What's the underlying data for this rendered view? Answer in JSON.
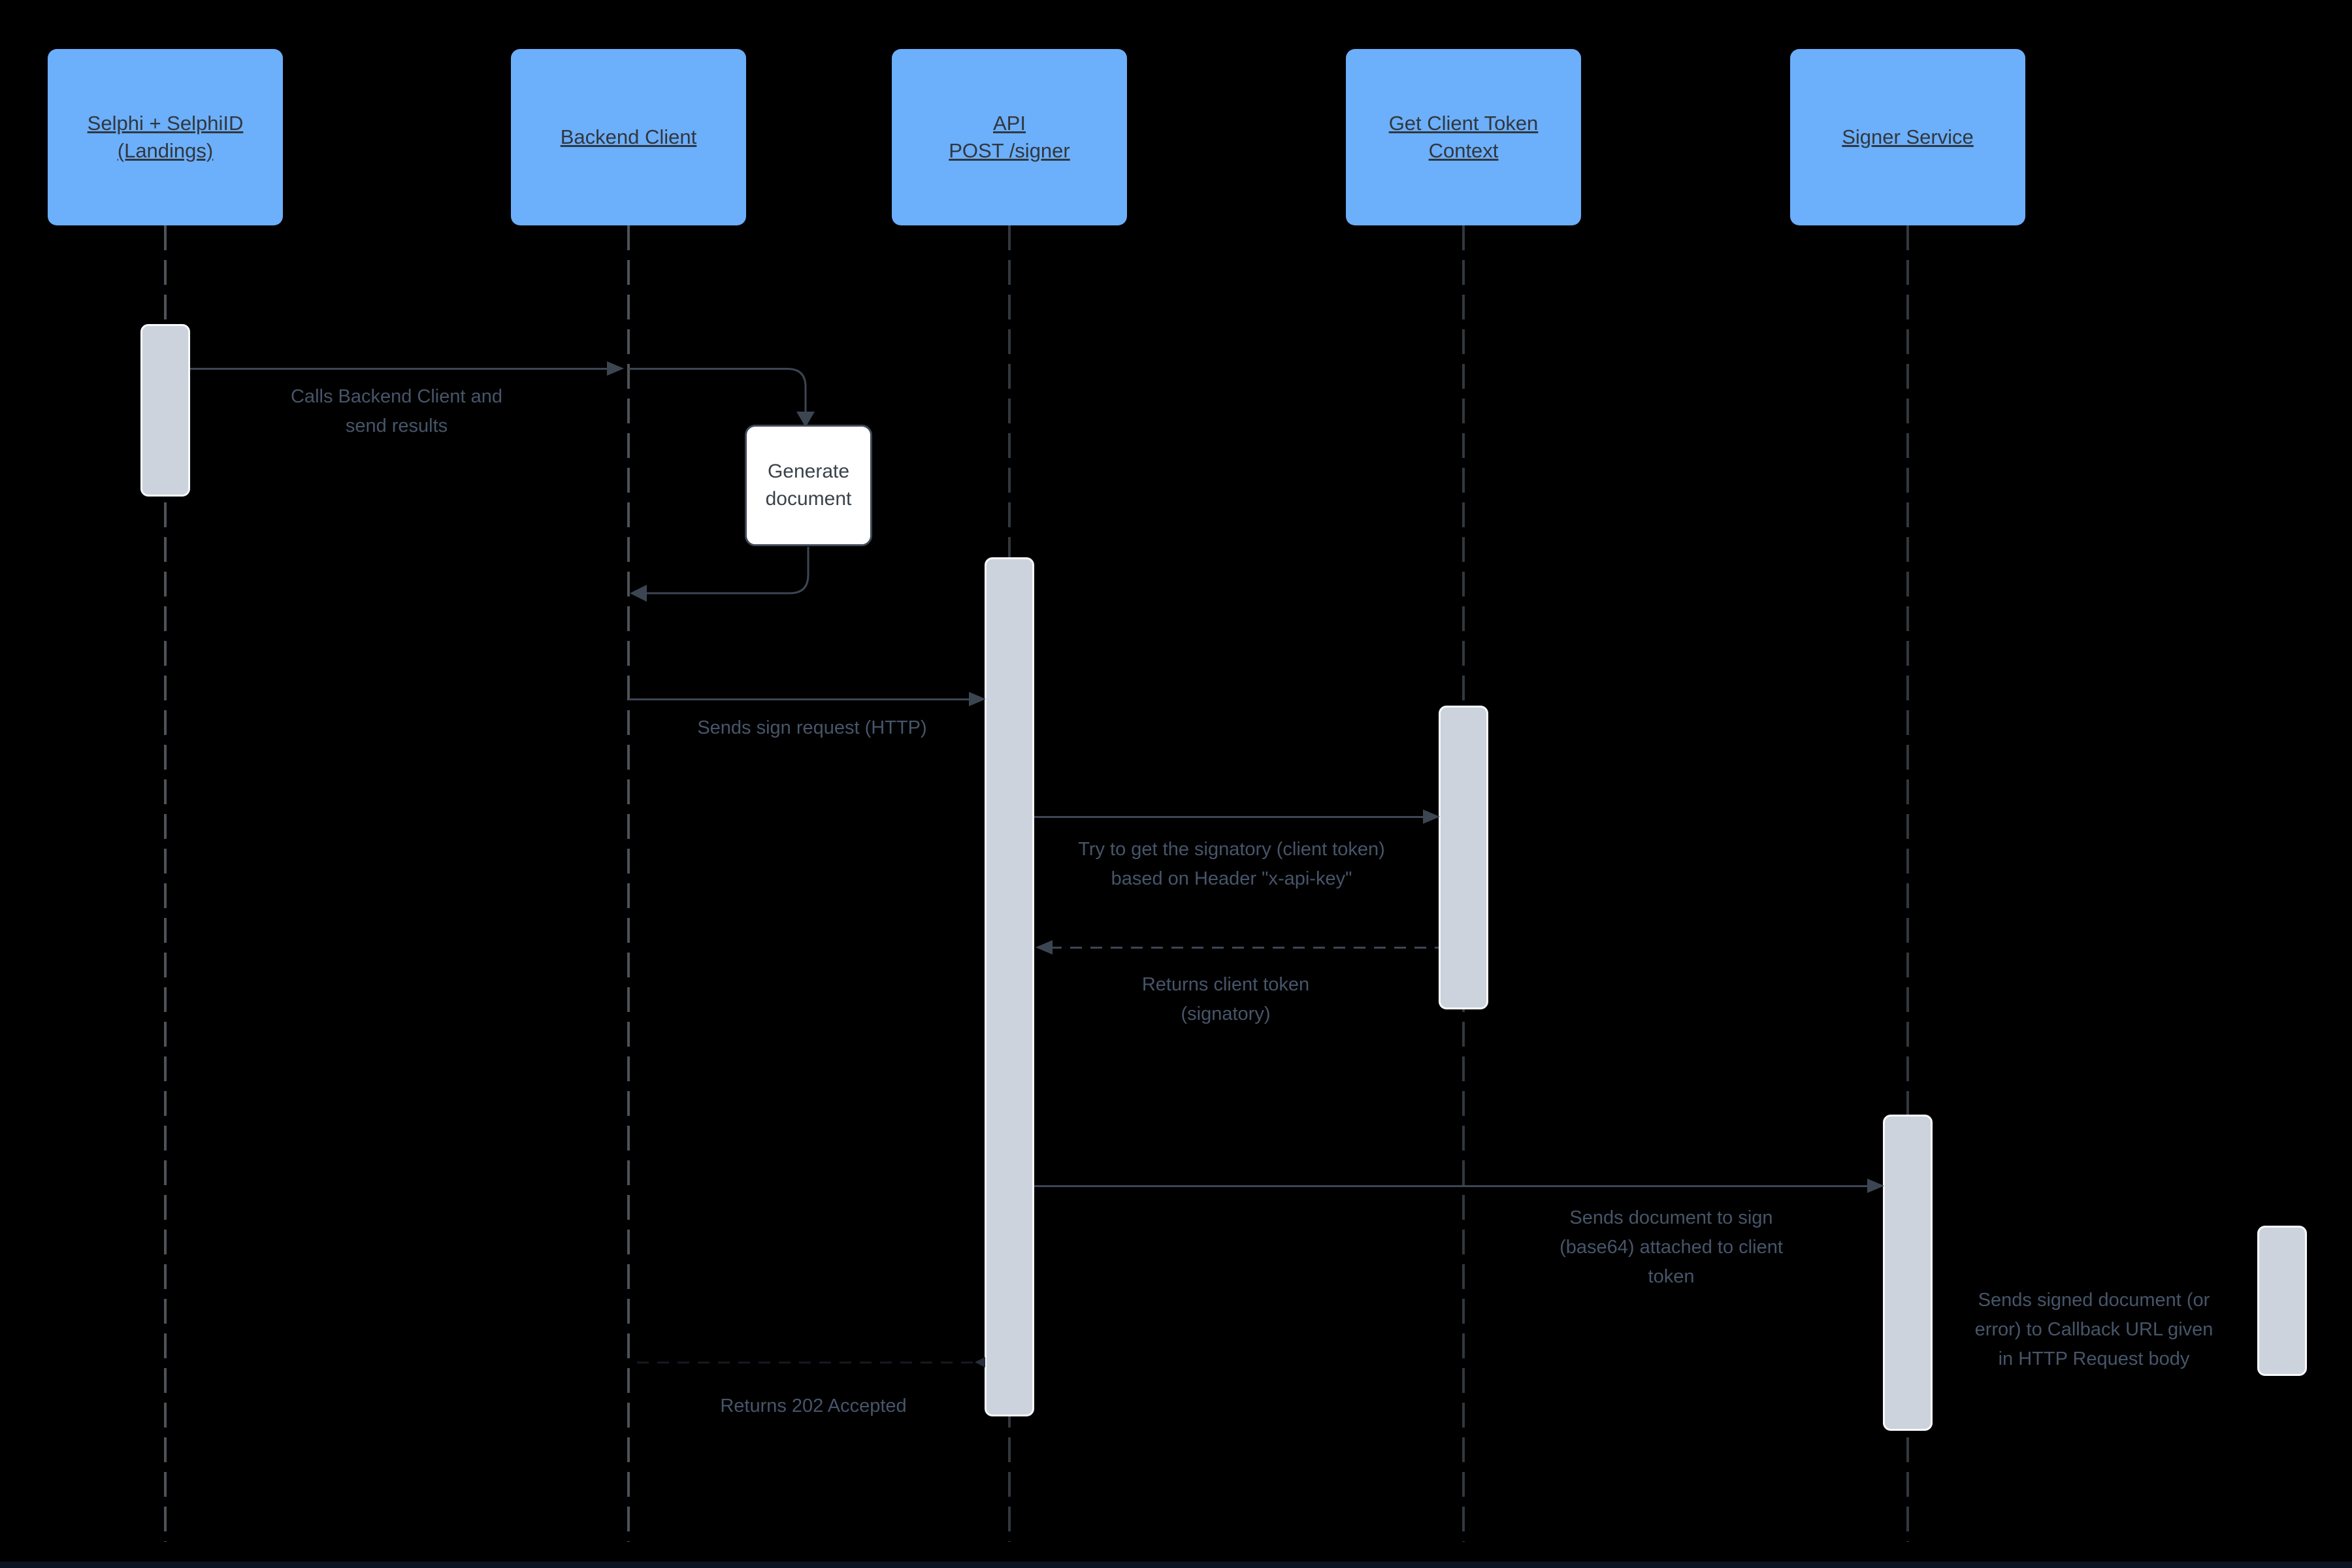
{
  "diagram": {
    "participants": [
      {
        "label": "Selphi + SelphiID\n(Landings)"
      },
      {
        "label": "Backend Client"
      },
      {
        "label": "API\nPOST /signer"
      },
      {
        "label": "Get Client Token\nContext"
      },
      {
        "label": "Signer Service"
      }
    ],
    "self_action": {
      "label": "Generate\ndocument"
    },
    "messages": [
      {
        "from": "Selphi + SelphiID (Landings)",
        "to": "Backend Client",
        "label": "Calls Backend Client and\nsend results",
        "style": "solid"
      },
      {
        "from": "Backend Client",
        "to": "API POST /signer",
        "label": "Sends sign request (HTTP)",
        "style": "solid"
      },
      {
        "from": "API POST /signer",
        "to": "Get Client Token Context",
        "label": "Try to get the signatory (client token)\nbased on Header \"x-api-key\"",
        "style": "solid"
      },
      {
        "from": "Get Client Token Context",
        "to": "API POST /signer",
        "label": "Returns client token\n(signatory)",
        "style": "dashed"
      },
      {
        "from": "API POST /signer",
        "to": "Signer Service",
        "label": "Sends document to sign\n(base64) attached to client\ntoken",
        "style": "solid"
      },
      {
        "from": "API POST /signer",
        "to": "Backend Client",
        "label": "Returns 202 Accepted",
        "style": "dashed"
      },
      {
        "from": "Signer Service",
        "to": "Callback URL",
        "label": "Sends signed document  (or\nerror) to Callback URL given\nin HTTP Request body",
        "style": "solid"
      }
    ],
    "colors": {
      "background": "#000000",
      "participant_fill": "#6caffb",
      "participant_text": "#31373d",
      "activation_fill": "#cdd3dd",
      "activation_border": "#f7f9fb",
      "line": "#3c4653",
      "label_text": "#475569",
      "self_box_fill": "#ffffff"
    }
  }
}
